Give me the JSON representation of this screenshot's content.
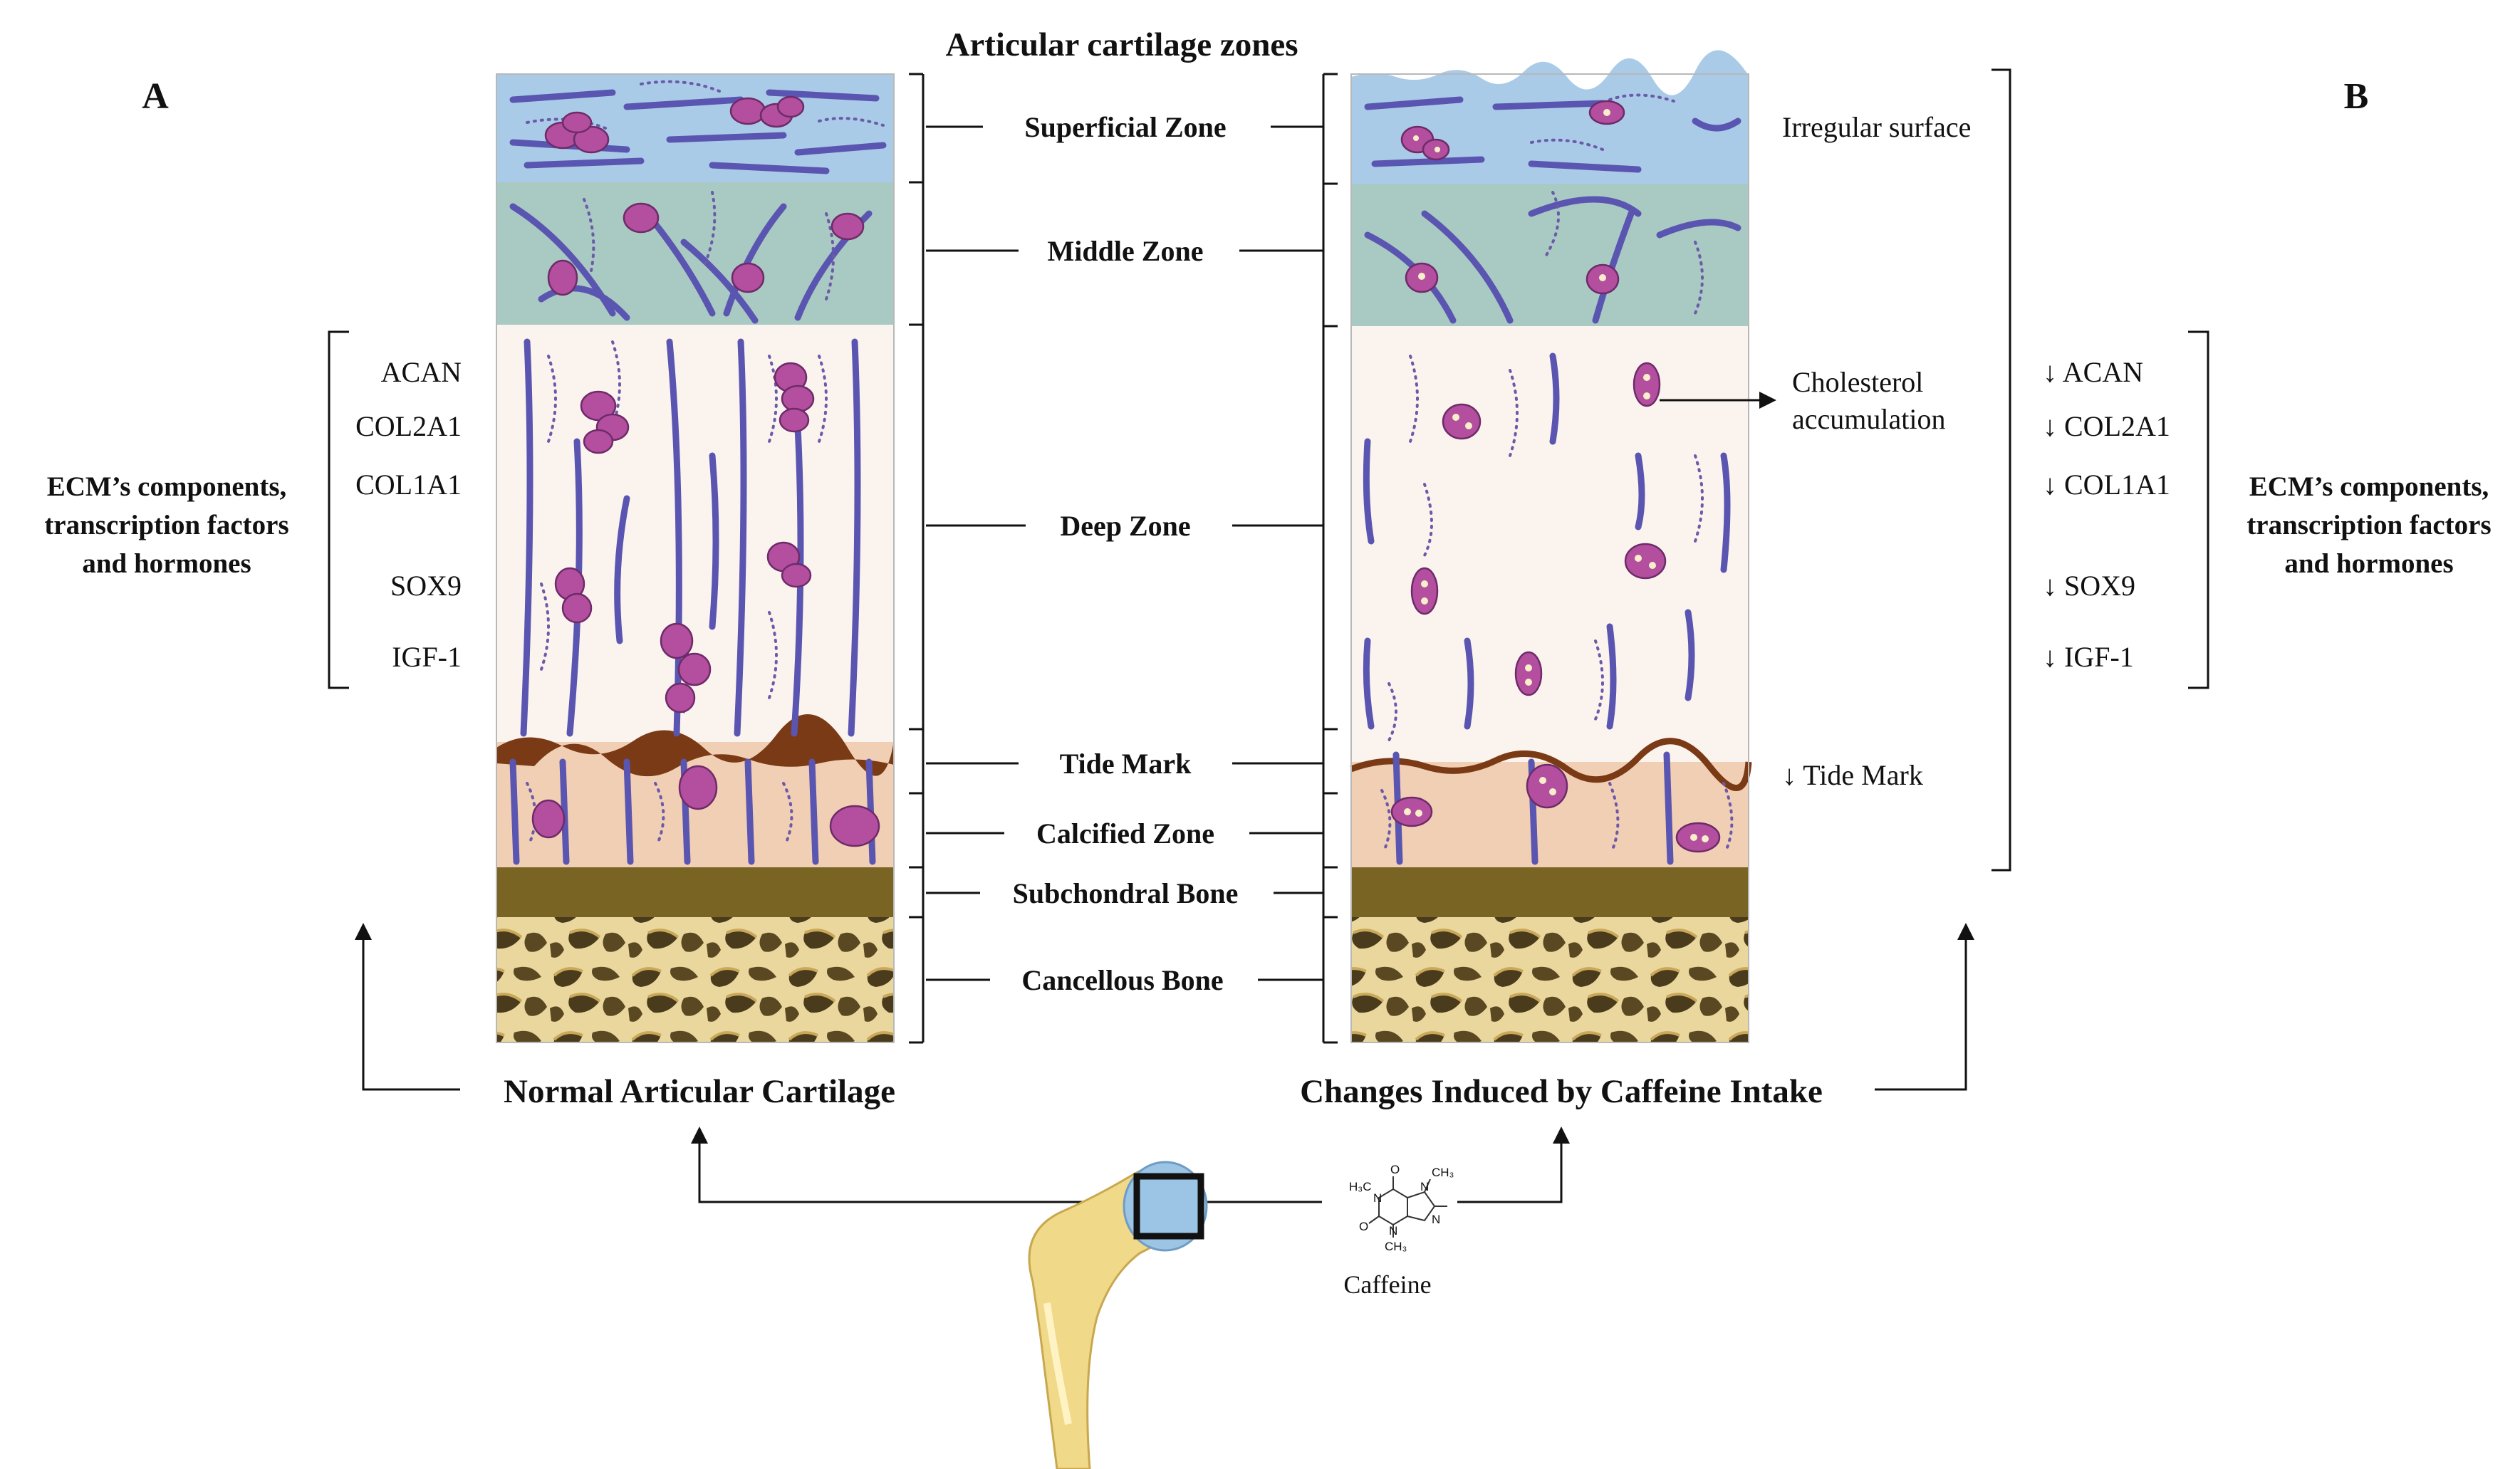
{
  "header": {
    "title": "Articular cartilage zones",
    "panel_a": "A",
    "panel_b": "B"
  },
  "zones": [
    {
      "id": "superficial",
      "label": "Superficial  Zone"
    },
    {
      "id": "middle",
      "label": "Middle Zone"
    },
    {
      "id": "deep",
      "label": "Deep Zone"
    },
    {
      "id": "tide",
      "label": "Tide Mark"
    },
    {
      "id": "calcified",
      "label": "Calcified Zone"
    },
    {
      "id": "subchondral",
      "label": "Subchondral Bone"
    },
    {
      "id": "cancellous",
      "label": "Cancellous Bone"
    }
  ],
  "left_panel": {
    "markers": [
      "ACAN",
      "COL2A1",
      "COL1A1",
      "SOX9",
      "IGF-1"
    ],
    "group_label": [
      "ECM’s components,",
      "transcription factors",
      "and hormones"
    ],
    "caption": "Normal Articular Cartilage"
  },
  "right_panel": {
    "markers": [
      "↓ ACAN",
      "↓ COL2A1",
      "↓ COL1A1",
      "↓ SOX9",
      "↓ IGF-1"
    ],
    "group_label": [
      "ECM’s components,",
      "transcription factors",
      "and hormones"
    ],
    "caption": "Changes Induced by Caffeine Intake",
    "annotations": {
      "irregular_surface": "Irregular surface",
      "cholesterol": [
        "Cholesterol",
        "accumulation"
      ],
      "tide_mark": "↓ Tide Mark"
    }
  },
  "molecule": {
    "name": "Caffeine",
    "atoms": [
      "O",
      "N",
      "N",
      "N",
      "N",
      "O",
      "H₃C",
      "CH₃",
      "CH₃"
    ]
  },
  "colors": {
    "superficial": "#a9cbe8",
    "middle": "#a9c9c3",
    "deep": "#fbf4ee",
    "tide": "#7b3a16",
    "calcified": "#f1cfb4",
    "subchondral": "#7a6424",
    "cancellous": "#e9d59a",
    "fiber": "#5a55b0",
    "cell": "#b34f9e"
  }
}
